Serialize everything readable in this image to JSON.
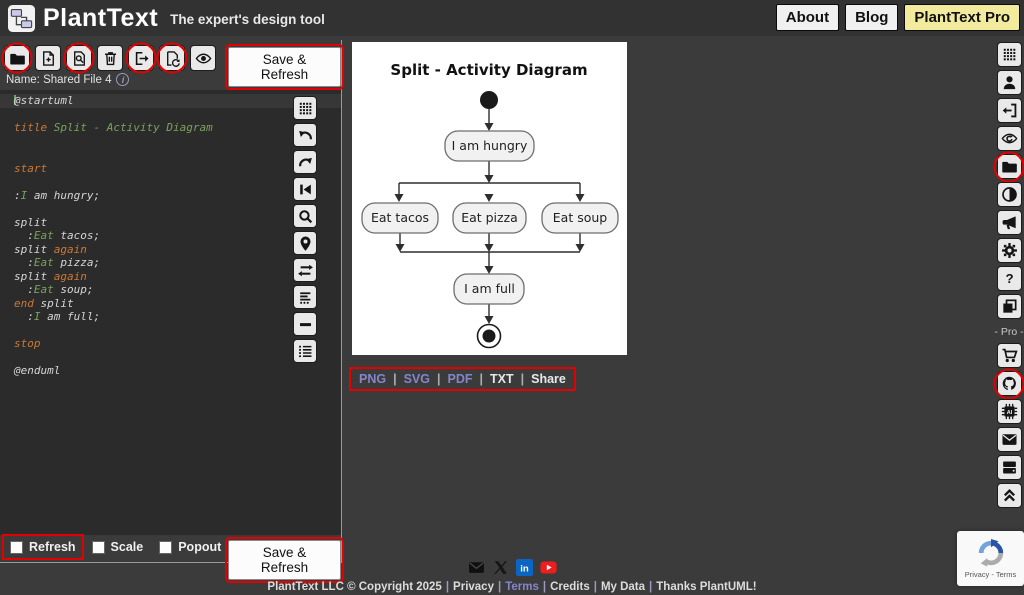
{
  "header": {
    "title": "PlantText",
    "tagline": "The expert's design tool",
    "nav": [
      {
        "label": "About"
      },
      {
        "label": "Blog"
      },
      {
        "label": "PlantText Pro"
      }
    ]
  },
  "file_toolbar": {
    "icons": [
      {
        "name": "open-folder-icon",
        "annotated": true
      },
      {
        "name": "new-file-icon",
        "annotated": false
      },
      {
        "name": "search-file-icon",
        "annotated": true
      },
      {
        "name": "delete-file-icon",
        "annotated": false
      },
      {
        "name": "export-file-icon",
        "annotated": true
      },
      {
        "name": "restore-file-icon",
        "annotated": true
      },
      {
        "name": "preview-eye-icon",
        "annotated": false
      }
    ],
    "save_refresh_label": "Save & Refresh",
    "file_name": "Name: Shared File 4"
  },
  "editor": {
    "lines": [
      [
        [
          "@startuml",
          "plain"
        ]
      ],
      [],
      [
        [
          "title ",
          "kw"
        ],
        [
          "Split - Activity Diagram",
          "str"
        ]
      ],
      [],
      [],
      [
        [
          "start",
          "kw"
        ]
      ],
      [],
      [
        [
          ":",
          "plain"
        ],
        [
          "I",
          "str"
        ],
        [
          " am hungry;",
          "plain"
        ]
      ],
      [],
      [
        [
          "split",
          "plain"
        ]
      ],
      [
        [
          "  :",
          "plain"
        ],
        [
          "Eat",
          "str"
        ],
        [
          " tacos;",
          "plain"
        ]
      ],
      [
        [
          "split ",
          "plain"
        ],
        [
          "again",
          "kw"
        ]
      ],
      [
        [
          "  :",
          "plain"
        ],
        [
          "Eat",
          "str"
        ],
        [
          " pizza;",
          "plain"
        ]
      ],
      [
        [
          "split ",
          "plain"
        ],
        [
          "again",
          "kw"
        ]
      ],
      [
        [
          "  :",
          "plain"
        ],
        [
          "Eat",
          "str"
        ],
        [
          " soup;",
          "plain"
        ]
      ],
      [
        [
          "end ",
          "kw"
        ],
        [
          "split",
          "plain"
        ]
      ],
      [
        [
          "  :",
          "plain"
        ],
        [
          "I",
          "str"
        ],
        [
          " am full;",
          "plain"
        ]
      ],
      [],
      [
        [
          "stop",
          "kw"
        ]
      ],
      [],
      [
        [
          "@enduml",
          "plain"
        ]
      ]
    ]
  },
  "editor_toolbar": {
    "icons": [
      "grid-icon",
      "undo-icon",
      "redo-icon",
      "goto-start-icon",
      "search-icon",
      "marker-icon",
      "swap-icon",
      "sort-lines-icon",
      "fold-icon",
      "list-icon"
    ]
  },
  "bottom_bar": {
    "checkboxes": [
      {
        "label": "Refresh",
        "annotated": true
      },
      {
        "label": "Scale",
        "annotated": false
      },
      {
        "label": "Popout",
        "annotated": false
      }
    ],
    "save_refresh_label": "Save & Refresh"
  },
  "diagram": {
    "title": "Split - Activity Diagram",
    "nodes": {
      "hungry": "I am hungry",
      "tacos": "Eat tacos",
      "pizza": "Eat pizza",
      "soup": "Eat soup",
      "full": "I am full"
    }
  },
  "export_links": {
    "items": [
      {
        "label": "PNG",
        "style": "lnk"
      },
      {
        "label": "SVG",
        "style": "lnk"
      },
      {
        "label": "PDF",
        "style": "lnk"
      },
      {
        "label": "TXT",
        "style": "pln"
      },
      {
        "label": "Share",
        "style": "pln"
      }
    ]
  },
  "right_sidebar": {
    "main_icons": [
      {
        "name": "grid-icon",
        "annotated": false
      },
      {
        "name": "profile-icon",
        "annotated": false
      },
      {
        "name": "sign-out-icon",
        "annotated": false
      },
      {
        "name": "eye-history-icon",
        "annotated": false
      },
      {
        "name": "folder-icon",
        "annotated": true
      },
      {
        "name": "theme-contrast-icon",
        "annotated": false
      },
      {
        "name": "announcement-icon",
        "annotated": false
      },
      {
        "name": "settings-gear-icon",
        "annotated": false
      },
      {
        "name": "help-icon",
        "annotated": false
      },
      {
        "name": "layers-icon",
        "annotated": false
      }
    ],
    "pro_label": "- Pro -",
    "pro_icons": [
      {
        "name": "cart-icon",
        "annotated": false
      },
      {
        "name": "github-icon",
        "annotated": true
      },
      {
        "name": "ai-chip-icon",
        "annotated": false
      },
      {
        "name": "mail-icon",
        "annotated": false
      },
      {
        "name": "storage-icon",
        "annotated": false
      },
      {
        "name": "upgrade-chevrons-icon",
        "annotated": false
      }
    ]
  },
  "footer": {
    "copyright": "PlantText LLC © Copyright 2025",
    "links": [
      {
        "label": "Privacy",
        "style": "pln"
      },
      {
        "label": "Terms",
        "style": "lnk"
      },
      {
        "label": "Credits",
        "style": "pln"
      },
      {
        "label": "My Data",
        "style": "pln"
      },
      {
        "label": "Thanks PlantUML!",
        "style": "pln"
      }
    ],
    "social": [
      "email-icon",
      "x-icon",
      "linkedin-icon",
      "youtube-icon"
    ]
  },
  "recaptcha": {
    "label": "Privacy - Terms"
  }
}
